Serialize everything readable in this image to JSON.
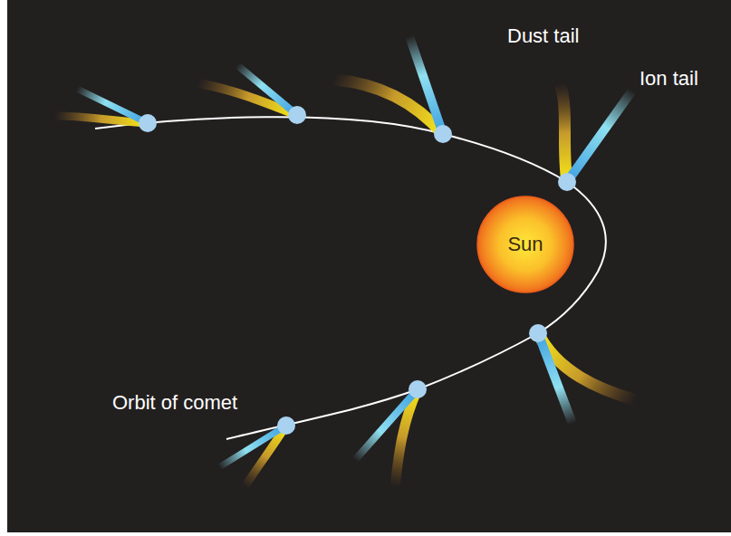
{
  "diagram": {
    "nodes": [
      {
        "text": [
          "Sun"
        ]
      }
    ],
    "labels": [
      "Dust tail",
      "Ion tail",
      "Orbit of comet"
    ]
  }
}
